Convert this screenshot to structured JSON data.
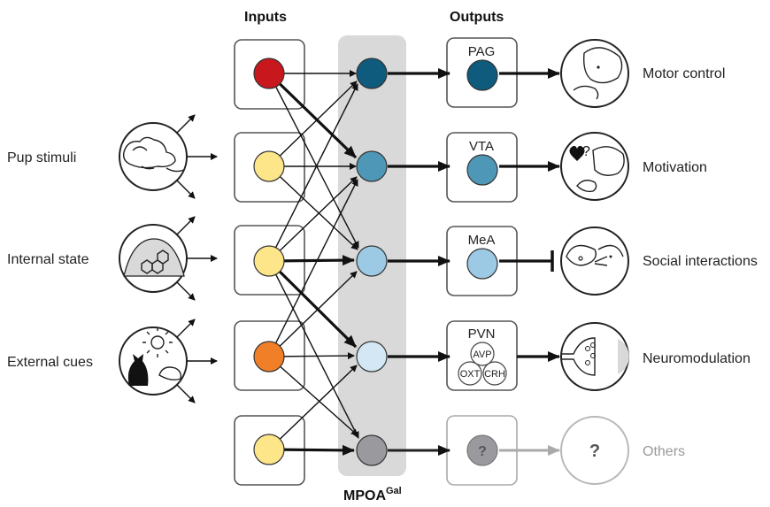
{
  "headers": {
    "inputs": "Inputs",
    "outputs": "Outputs",
    "center_main": "MPOA",
    "center_sup": "Gal"
  },
  "left_labels": [
    "Pup stimuli",
    "Internal state",
    "External cues"
  ],
  "output_regions": [
    "PAG",
    "VTA",
    "MeA",
    "PVN",
    "?"
  ],
  "pvn_subregions": [
    "AVP",
    "OXT",
    "CRH"
  ],
  "right_labels": [
    "Motor control",
    "Motivation",
    "Social interactions",
    "Neuromodulation",
    "Others"
  ],
  "others_symbol": "?",
  "colors": {
    "input_red": "#c8181e",
    "input_yellow": "#fde58a",
    "input_orange": "#f07f27",
    "mpoa_1": "#0f5b7e",
    "mpoa_2": "#4f97b7",
    "mpoa_3": "#9cc9e3",
    "mpoa_4": "#d3e8f4",
    "mpoa_5": "#9a9a9e",
    "band": "#d9d9da",
    "faded": "#b8b8b8"
  }
}
